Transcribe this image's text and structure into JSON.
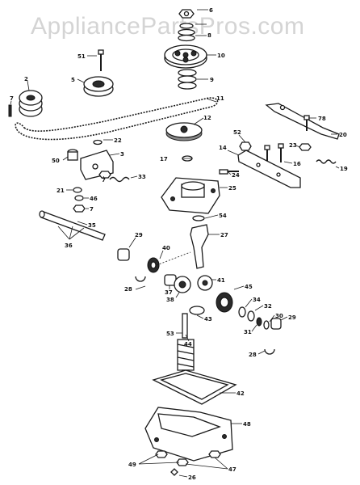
{
  "watermark": "AppliancePartsPros.com",
  "callouts": [
    {
      "id": "c6",
      "text": "6"
    },
    {
      "id": "c8",
      "text": "8"
    },
    {
      "id": "c51",
      "text": "51"
    },
    {
      "id": "c10",
      "text": "10"
    },
    {
      "id": "c2",
      "text": "2"
    },
    {
      "id": "c5",
      "text": "5"
    },
    {
      "id": "c9",
      "text": "9"
    },
    {
      "id": "c7a",
      "text": "7"
    },
    {
      "id": "c11",
      "text": "11"
    },
    {
      "id": "c78",
      "text": "78"
    },
    {
      "id": "c12",
      "text": "12"
    },
    {
      "id": "c20",
      "text": "20"
    },
    {
      "id": "c22",
      "text": "22"
    },
    {
      "id": "c52",
      "text": "52"
    },
    {
      "id": "c23",
      "text": "23"
    },
    {
      "id": "c3",
      "text": "3"
    },
    {
      "id": "c50",
      "text": "50"
    },
    {
      "id": "c17",
      "text": "17"
    },
    {
      "id": "c14",
      "text": "14"
    },
    {
      "id": "c16",
      "text": "16"
    },
    {
      "id": "c19",
      "text": "19"
    },
    {
      "id": "c7b",
      "text": "7"
    },
    {
      "id": "c33",
      "text": "33"
    },
    {
      "id": "c24",
      "text": "24"
    },
    {
      "id": "c21",
      "text": "21"
    },
    {
      "id": "c46",
      "text": "46"
    },
    {
      "id": "c25",
      "text": "25"
    },
    {
      "id": "c7c",
      "text": "7"
    },
    {
      "id": "c54",
      "text": "54"
    },
    {
      "id": "c35",
      "text": "35"
    },
    {
      "id": "c36",
      "text": "36"
    },
    {
      "id": "c27",
      "text": "27"
    },
    {
      "id": "c29a",
      "text": "29"
    },
    {
      "id": "c40",
      "text": "40"
    },
    {
      "id": "c28a",
      "text": "28"
    },
    {
      "id": "c37",
      "text": "37"
    },
    {
      "id": "c38",
      "text": "38"
    },
    {
      "id": "c41",
      "text": "41"
    },
    {
      "id": "c45",
      "text": "45"
    },
    {
      "id": "c34",
      "text": "34"
    },
    {
      "id": "c32",
      "text": "32"
    },
    {
      "id": "c43",
      "text": "43"
    },
    {
      "id": "c30",
      "text": "30"
    },
    {
      "id": "c29b",
      "text": "29"
    },
    {
      "id": "c53",
      "text": "53"
    },
    {
      "id": "c44",
      "text": "44"
    },
    {
      "id": "c31",
      "text": "31"
    },
    {
      "id": "c28b",
      "text": "28"
    },
    {
      "id": "c42",
      "text": "42"
    },
    {
      "id": "c48",
      "text": "48"
    },
    {
      "id": "c49",
      "text": "49"
    },
    {
      "id": "c47",
      "text": "47"
    },
    {
      "id": "c26",
      "text": "26"
    }
  ]
}
